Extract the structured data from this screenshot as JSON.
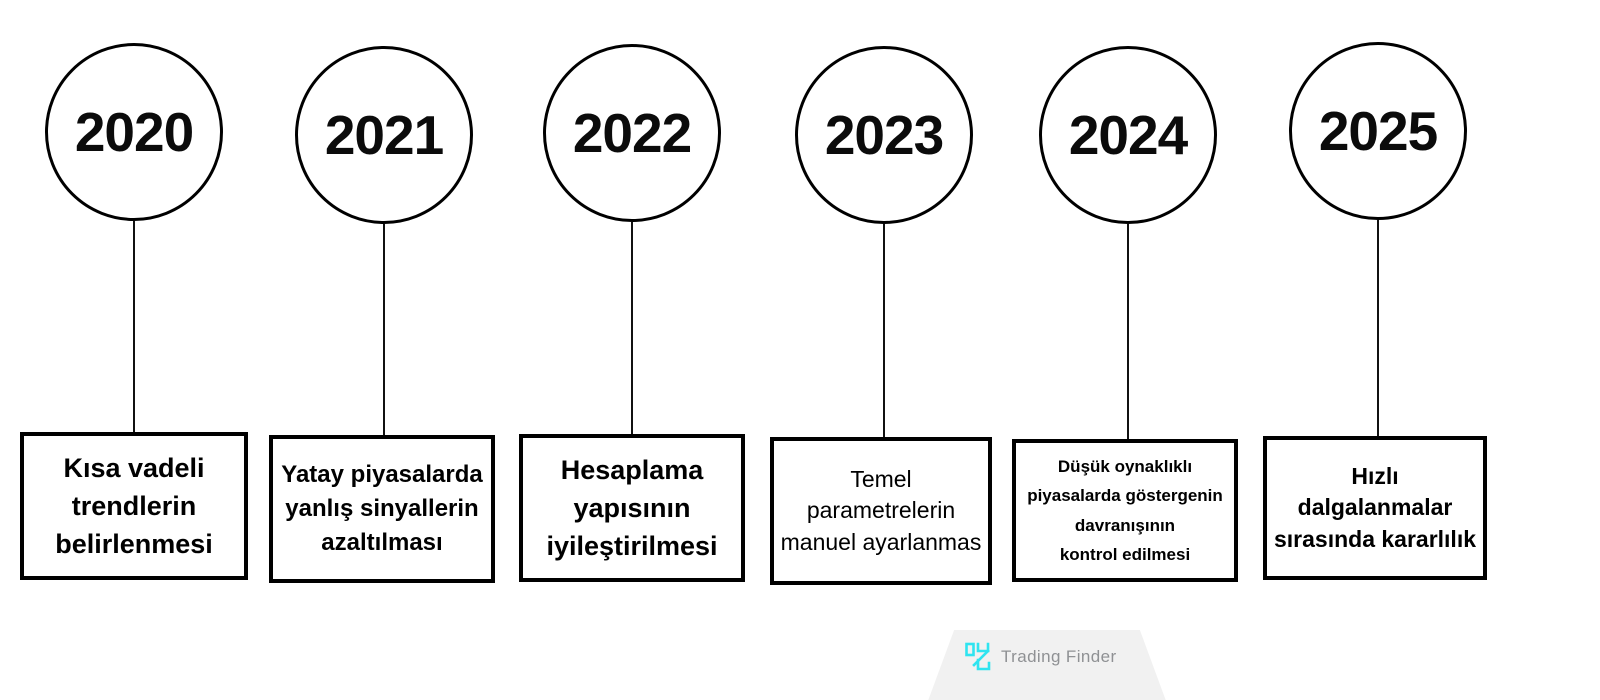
{
  "diagram": {
    "type": "timeline",
    "title": "",
    "orientation": "horizontal",
    "background_color": "#ffffff",
    "stroke_color": "#000000",
    "node_count": 6,
    "nodes": [
      {
        "year": "2020",
        "caption": "Kısa vadeli\ntrendlerin\nbelirlenmesi",
        "lines": [
          "Kısa vadeli",
          "trendlerin",
          "belirlenmesi"
        ]
      },
      {
        "year": "2021",
        "caption": "Yatay piyasalarda\nyanlış sinyallerin\nazaltılması",
        "lines": [
          "Yatay piyasalarda",
          "yanlış sinyallerin",
          "azaltılması"
        ]
      },
      {
        "year": "2022",
        "caption": "Hesaplama\nyapısının\niyileştirilmesi",
        "lines": [
          "Hesaplama",
          "yapısının",
          "iyileştirilmesi"
        ]
      },
      {
        "year": "2023",
        "caption": "Temel\nparametrelerin\nmanuel ayarlanmas",
        "lines": [
          "Temel",
          "parametrelerin",
          "manuel ayarlanmas"
        ]
      },
      {
        "year": "2024",
        "caption": "Düşük oynaklıklı\npiyasalarda göstergenin\ndavranışının\nkontrol edilmesi",
        "lines": [
          "Düşük oynaklıklı",
          "piyasalarda göstergenin",
          "davranışının",
          "kontrol edilmesi"
        ]
      },
      {
        "year": "2025",
        "caption": "Hızlı dalgalanmalar\nsırasında kararlılık",
        "lines": [
          "Hızlı dalgalanmalar",
          "sırasında kararlılık"
        ]
      }
    ]
  },
  "watermark": {
    "brand": "Trading Finder",
    "logo_icon": "trading-finder-logo-icon",
    "accent_color": "#2FE4F0",
    "plate_color": "#f1f1f1",
    "text_color": "#8f9194"
  }
}
